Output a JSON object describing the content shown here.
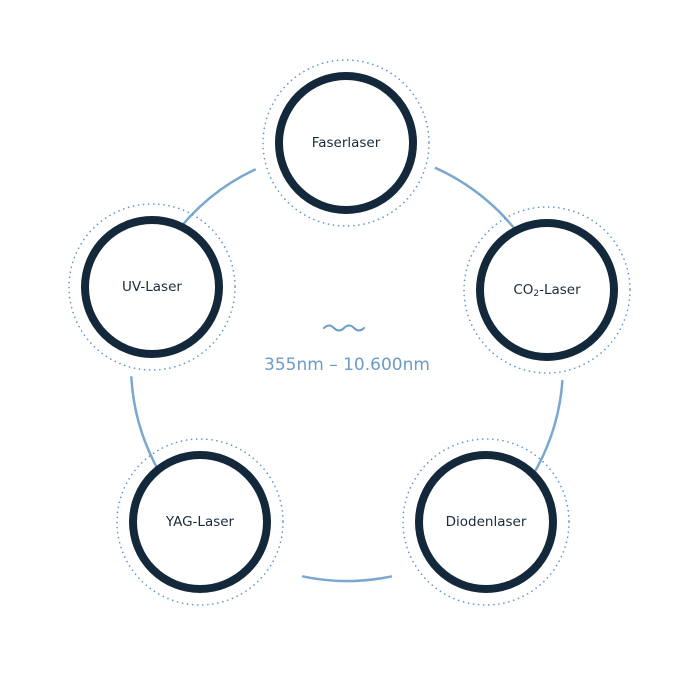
{
  "colors": {
    "node_ring": "#13283a",
    "connector": "#7aa8d0",
    "dots": "#5e95c8",
    "center_text": "#6a9bc9",
    "label_text": "#1a2b3a"
  },
  "center": {
    "icon": "wave-icon",
    "range_label": "355nm – 10.600nm"
  },
  "nodes": [
    {
      "id": "faserlaser",
      "label": "Faserlaser"
    },
    {
      "id": "co2-laser",
      "label": "CO",
      "label_sub": "2",
      "label_suffix": "-Laser"
    },
    {
      "id": "diodenlaser",
      "label": "Diodenlaser"
    },
    {
      "id": "yag-laser",
      "label": "YAG-Laser"
    },
    {
      "id": "uv-laser",
      "label": "UV-Laser"
    }
  ]
}
